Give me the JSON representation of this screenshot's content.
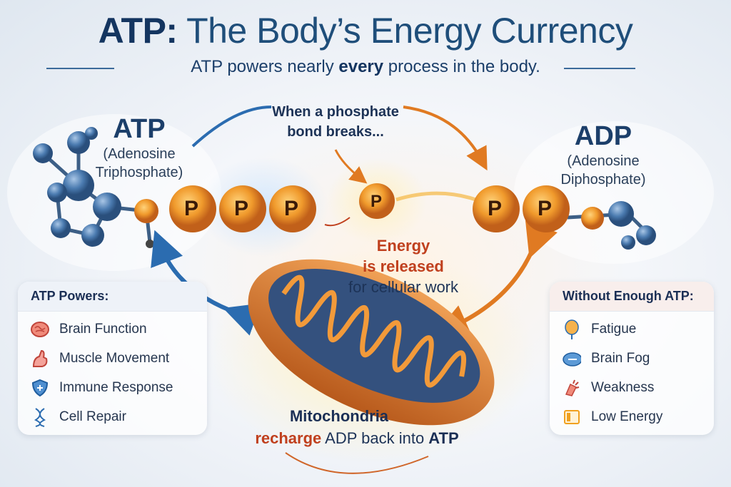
{
  "title": {
    "strong": "ATP:",
    "rest": " The Body’s Energy Currency"
  },
  "subtitle": {
    "pre": "ATP powers nearly ",
    "bold": "every",
    "post": " process in the body."
  },
  "atp": {
    "label": "ATP",
    "line1": "(Adenosine",
    "line2": "Triphosphate)"
  },
  "adp": {
    "label": "ADP",
    "line1": "(Adenosine",
    "line2": "Diphosphate)"
  },
  "phosphate_symbol": "P",
  "bond": {
    "line1": "When a phosphate",
    "line2": "bond breaks..."
  },
  "energy": {
    "line1": "Energy",
    "line2": "is released",
    "line3": "for cellular work"
  },
  "mito": {
    "line1": "Mitochondria",
    "recharge": "recharge",
    "middle": " ADP back into ",
    "atp": "ATP"
  },
  "powers": {
    "header": "ATP Powers:",
    "items": [
      {
        "label": "Brain Function",
        "icon": "brain-icon"
      },
      {
        "label": "Muscle Movement",
        "icon": "arm-icon"
      },
      {
        "label": "Immune Response",
        "icon": "shield-icon"
      },
      {
        "label": "Cell Repair",
        "icon": "dna-icon"
      }
    ]
  },
  "without": {
    "header": "Without Enough ATP:",
    "items": [
      {
        "label": "Fatigue",
        "icon": "tired-face-icon"
      },
      {
        "label": "Brain Fog",
        "icon": "cloud-icon"
      },
      {
        "label": "Weakness",
        "icon": "weak-arm-icon"
      },
      {
        "label": "Low Energy",
        "icon": "low-battery-icon"
      }
    ]
  },
  "colors": {
    "navy": "#1c3f6a",
    "orange": "#e07a22",
    "red": "#c0401e",
    "blue": "#2b6cb0"
  }
}
